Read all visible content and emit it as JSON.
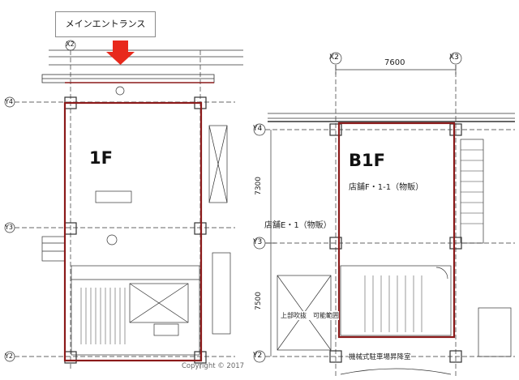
{
  "callout": {
    "text": "メインエントランス",
    "arrow_color": "#e8291c"
  },
  "floor_1f": {
    "label": "1F",
    "grid": {
      "x2": "X2",
      "y4": "Y4",
      "y3": "Y3",
      "y2": "Y2"
    }
  },
  "floor_b1f": {
    "label": "B1F",
    "grid": {
      "x2": "X2",
      "x3": "X3",
      "y4": "Y4",
      "y3": "Y3",
      "y2": "Y2"
    },
    "dimensions": {
      "x_span": "7600",
      "y_upper": "7300",
      "y_lower": "7500"
    },
    "rooms": {
      "shop_f": "店舗F・1-1（物販）",
      "shop_e": "店舗E・1（物販）",
      "void": "上部吹抜　可能範囲",
      "parking": "機械式駐車場昇降室"
    }
  },
  "copyright": "Copyright © 2017",
  "colors": {
    "outline": "#8b1a1a",
    "line": "#333333"
  }
}
